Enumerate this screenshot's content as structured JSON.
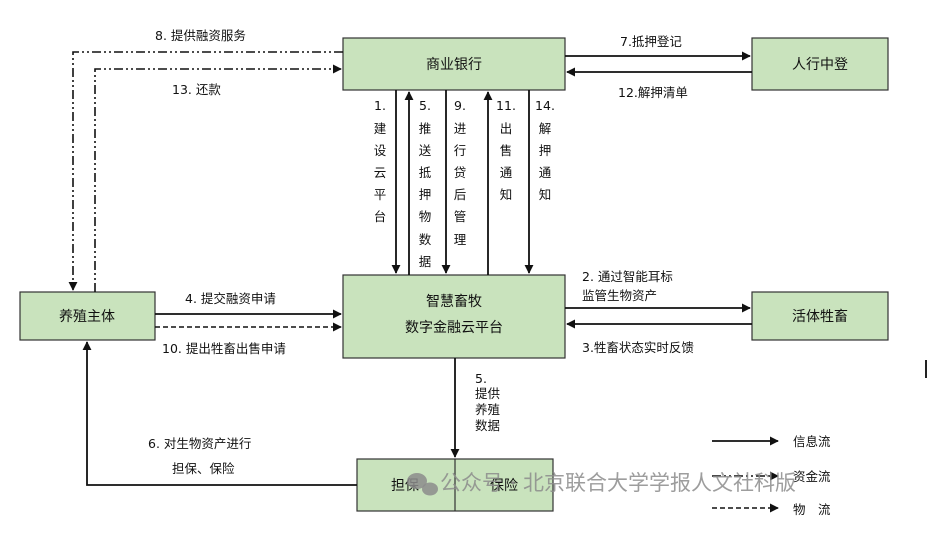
{
  "nodes": {
    "bank": "商业银行",
    "pboc": "人行中登",
    "farmer": "养殖主体",
    "platform_line1": "智慧畜牧",
    "platform_line2": "数字金融云平台",
    "livestock": "活体牲畜",
    "guarantee": "担保",
    "insurance": "保险"
  },
  "edges": {
    "e8": "8. 提供融资服务",
    "e13": "13. 还款",
    "e7": "7.抵押登记",
    "e12": "12.解押清单",
    "e4": "4. 提交融资申请",
    "e10": "10. 提出牲畜出售申请",
    "e2_line1": "2. 通过智能耳标",
    "e2_line2": "监管生物资产",
    "e3": "3.牲畜状态实时反馈",
    "e6_line1": "6. 对生物资产进行",
    "e6_line2": "担保、保险",
    "v1": [
      "1.",
      "建",
      "设",
      "云",
      "平",
      "台"
    ],
    "v5": [
      "5.",
      "推",
      "送",
      "抵",
      "押",
      "物",
      "数",
      "据"
    ],
    "v9": [
      "9.",
      "进",
      "行",
      "贷",
      "后",
      "管",
      "理"
    ],
    "v11": [
      "11.",
      "出",
      "售",
      "通",
      "知"
    ],
    "v14": [
      "14.",
      "解",
      "押",
      "通",
      "知"
    ],
    "d5": [
      "5.",
      "提供",
      "养殖",
      "数据"
    ]
  },
  "legend": {
    "info": "信息流",
    "capital": "资金流",
    "logistics": "物　流"
  },
  "watermark": "公众号 · 北京联合大学学报人文社科版"
}
